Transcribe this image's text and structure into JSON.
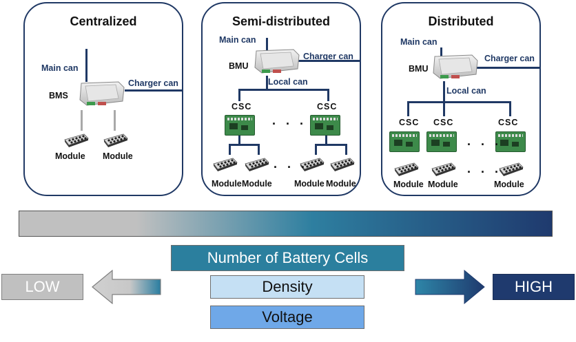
{
  "panels": {
    "centralized": {
      "title": "Centralized",
      "main_can": "Main can",
      "charger_can": "Charger can",
      "controller": "BMS",
      "modules": [
        "Module",
        "Module"
      ]
    },
    "semi": {
      "title": "Semi-distributed",
      "main_can": "Main can",
      "charger_can": "Charger can",
      "controller": "BMU",
      "local_can": "Local can",
      "csc": [
        "CSC",
        "CSC"
      ],
      "dots": ". . .",
      "modules": [
        "Module",
        "Module",
        "Module",
        "Module"
      ]
    },
    "distributed": {
      "title": "Distributed",
      "main_can": "Main can",
      "charger_can": "Charger can",
      "controller": "BMU",
      "local_can": "Local can",
      "csc": [
        "CSC",
        "CSC",
        "CSC"
      ],
      "dots": ". . .",
      "modules": [
        "Module",
        "Module",
        "Module"
      ]
    }
  },
  "scale": {
    "low": "LOW",
    "high": "HIGH",
    "factors": [
      "Number of Battery Cells",
      "Density",
      "Voltage"
    ]
  },
  "colors": {
    "outline": "#1f3864",
    "bar_start": "#c0c0c0",
    "bar_end": "#1f3a6e",
    "factor_cells": "#2b7f9e",
    "factor_density": "#c5e0f4",
    "factor_voltage": "#6fa8e8",
    "high_box": "#1f3a6e",
    "low_box": "#c0c0c0"
  }
}
